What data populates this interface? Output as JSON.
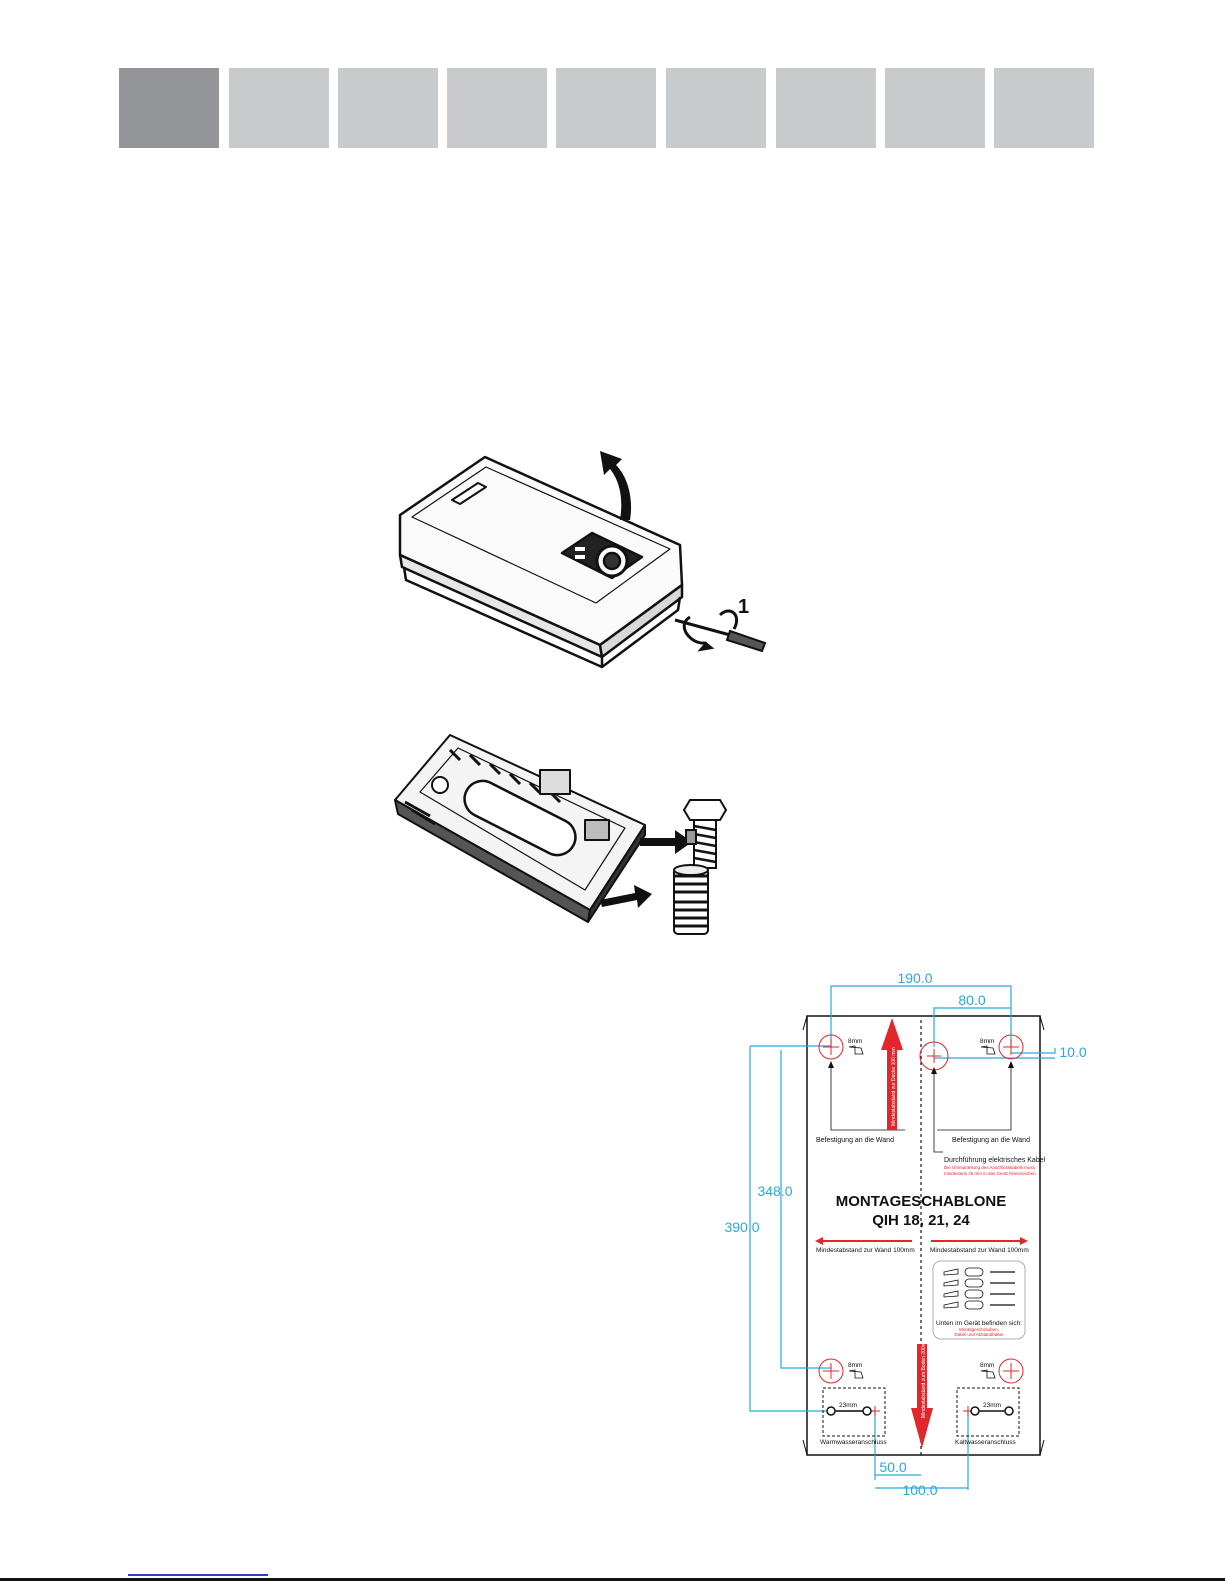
{
  "tabs": [
    {
      "active": true
    },
    {
      "active": false
    },
    {
      "active": false
    },
    {
      "active": false
    },
    {
      "active": false
    },
    {
      "active": false
    },
    {
      "active": false
    },
    {
      "active": false
    },
    {
      "active": false
    }
  ],
  "figure1": {
    "step_number": "1"
  },
  "template": {
    "title": "MONTAGESCHABLONE",
    "model": "QIH 18, 21, 24",
    "dims": {
      "width_190": "190.0",
      "width_80": "80.0",
      "offset_10": "10.0",
      "height_348": "348.0",
      "height_390": "390.0",
      "bottom_50": "50.0",
      "bottom_100": "100.0"
    },
    "drill_8mm": "8mm",
    "fix_left": "Befestigung an die Wand",
    "fix_right": "Befestigung an die Wand",
    "cable": "Durchführung elektrisches Kabel",
    "cable_note_1": "Die Ummantelung des Anschlusskabels muss",
    "cable_note_2": "mindestens 45 mm in das Gerät hineinreichen.",
    "min_wall_left": "Mindestabstand zur Wand 100mm",
    "min_wall_right": "Mindestabstand zur Wand 100mm",
    "min_top": "Mindestabstand zur Decke 100 mm",
    "min_floor": "Mindestabstand zum Boden 200mm",
    "parts_label": "Unten im Gerät befinden sich:",
    "parts_note_1": "Montageschrauben,",
    "parts_note_2": "Dübel und Abstandhalter",
    "wrench_23mm": "23mm",
    "hot_water": "Warmwasseranschluss",
    "cold_water": "Kaltwasseranschluss"
  },
  "colors": {
    "dimension": "#29a9e0",
    "accent": "#e3262b",
    "tab": "#c9cacc",
    "tab_active": "#939598"
  }
}
